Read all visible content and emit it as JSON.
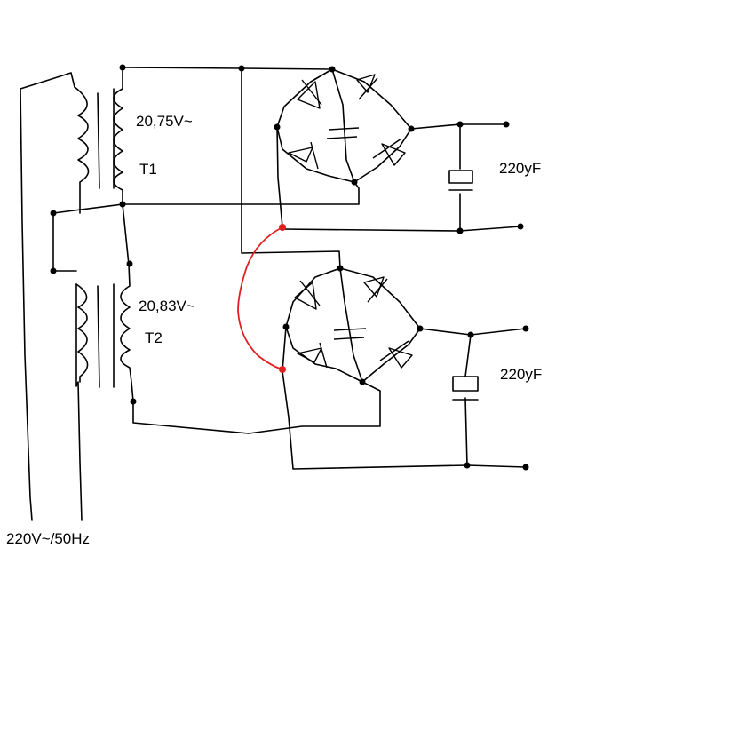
{
  "labels": {
    "t1_voltage": "20,75V~",
    "t1_name": "T1",
    "t2_voltage": "20,83V~",
    "t2_name": "T2",
    "cap1": "220yF",
    "cap2": "220yF",
    "mains": "220V~/50Hz"
  },
  "colors": {
    "wire": "#000000",
    "highlight_wire": "#e02020",
    "background": "#ffffff"
  }
}
